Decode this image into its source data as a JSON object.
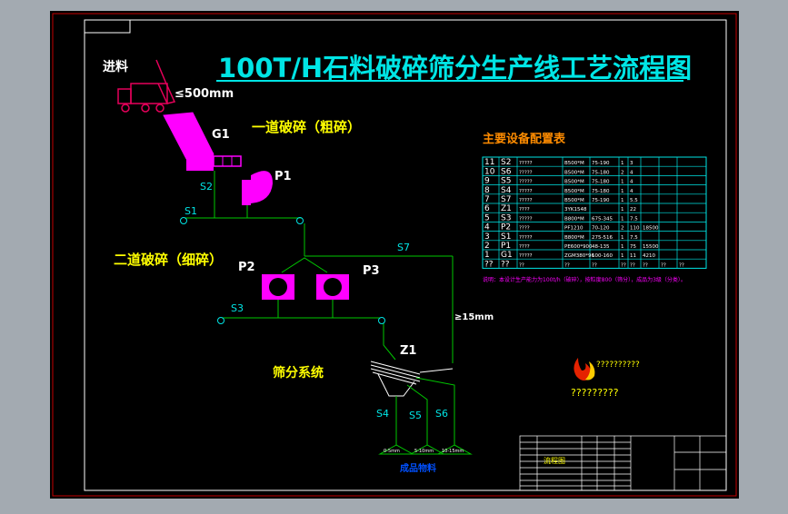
{
  "title": "100T/H石料破碎筛分生产线工艺流程图",
  "feed": {
    "label": "进料",
    "size": "≤500mm"
  },
  "stage1": "一道破碎（粗碎）",
  "stage2": "二道破碎（细碎）",
  "screening": "筛分系统",
  "equipment_codes": {
    "g1": "G1",
    "p1": "P1",
    "p2": "P2",
    "p3": "P3",
    "z1": "Z1"
  },
  "conveyors": {
    "s1": "S1",
    "s2": "S2",
    "s3": "S3",
    "s4": "S4",
    "s5": "S5",
    "s6": "S6",
    "s7": "S7"
  },
  "oversize": "≥15mm",
  "product_piles": [
    "0-5mm",
    "5-10mm",
    "10-15mm"
  ],
  "product_label": "成品物料",
  "table": {
    "title": "主要设备配置表",
    "rows": [
      [
        "11",
        "S2",
        "?????",
        "B500*M",
        "75-190",
        "1",
        "3",
        "",
        "",
        ""
      ],
      [
        "10",
        "S6",
        "?????",
        "B500*M",
        "75-180",
        "2",
        "4",
        "",
        "",
        ""
      ],
      [
        "9",
        "S5",
        "?????",
        "B500*M",
        "75-180",
        "1",
        "4",
        "",
        "",
        ""
      ],
      [
        "8",
        "S4",
        "?????",
        "B500*M",
        "75-180",
        "1",
        "4",
        "",
        "",
        ""
      ],
      [
        "7",
        "S7",
        "?????",
        "B500*M",
        "75-190",
        "1",
        "5.5",
        "",
        "",
        ""
      ],
      [
        "6",
        "Z1",
        "????",
        "3YK1548",
        "",
        "1",
        "22",
        "",
        "",
        ""
      ],
      [
        "5",
        "S3",
        "?????",
        "B800*M",
        "675-345",
        "1",
        "7.5",
        "",
        "",
        ""
      ],
      [
        "4",
        "P2",
        "????",
        "PF1210",
        "70-120",
        "2",
        "110",
        "18500",
        "",
        ""
      ],
      [
        "3",
        "S1",
        "?????",
        "B800*M",
        "275-516",
        "1",
        "7.5",
        "",
        "",
        ""
      ],
      [
        "2",
        "P1",
        "????",
        "PE600*900",
        "48-135",
        "1",
        "75",
        "15500",
        "",
        ""
      ],
      [
        "1",
        "G1",
        "?????",
        "ZGM380*96",
        "100-160",
        "1",
        "11",
        "4210",
        "",
        ""
      ],
      [
        "??",
        "??",
        "??",
        "??",
        "??",
        "??",
        "??",
        "??",
        "??",
        "??"
      ]
    ],
    "note": "说明：本设计生产能力为100t/h（破碎），按粒度800（筛分），成品为3级（分类）。"
  },
  "logo_text": "??????????",
  "company_text": "?????????",
  "title_block": {
    "center_label": "流程图"
  }
}
